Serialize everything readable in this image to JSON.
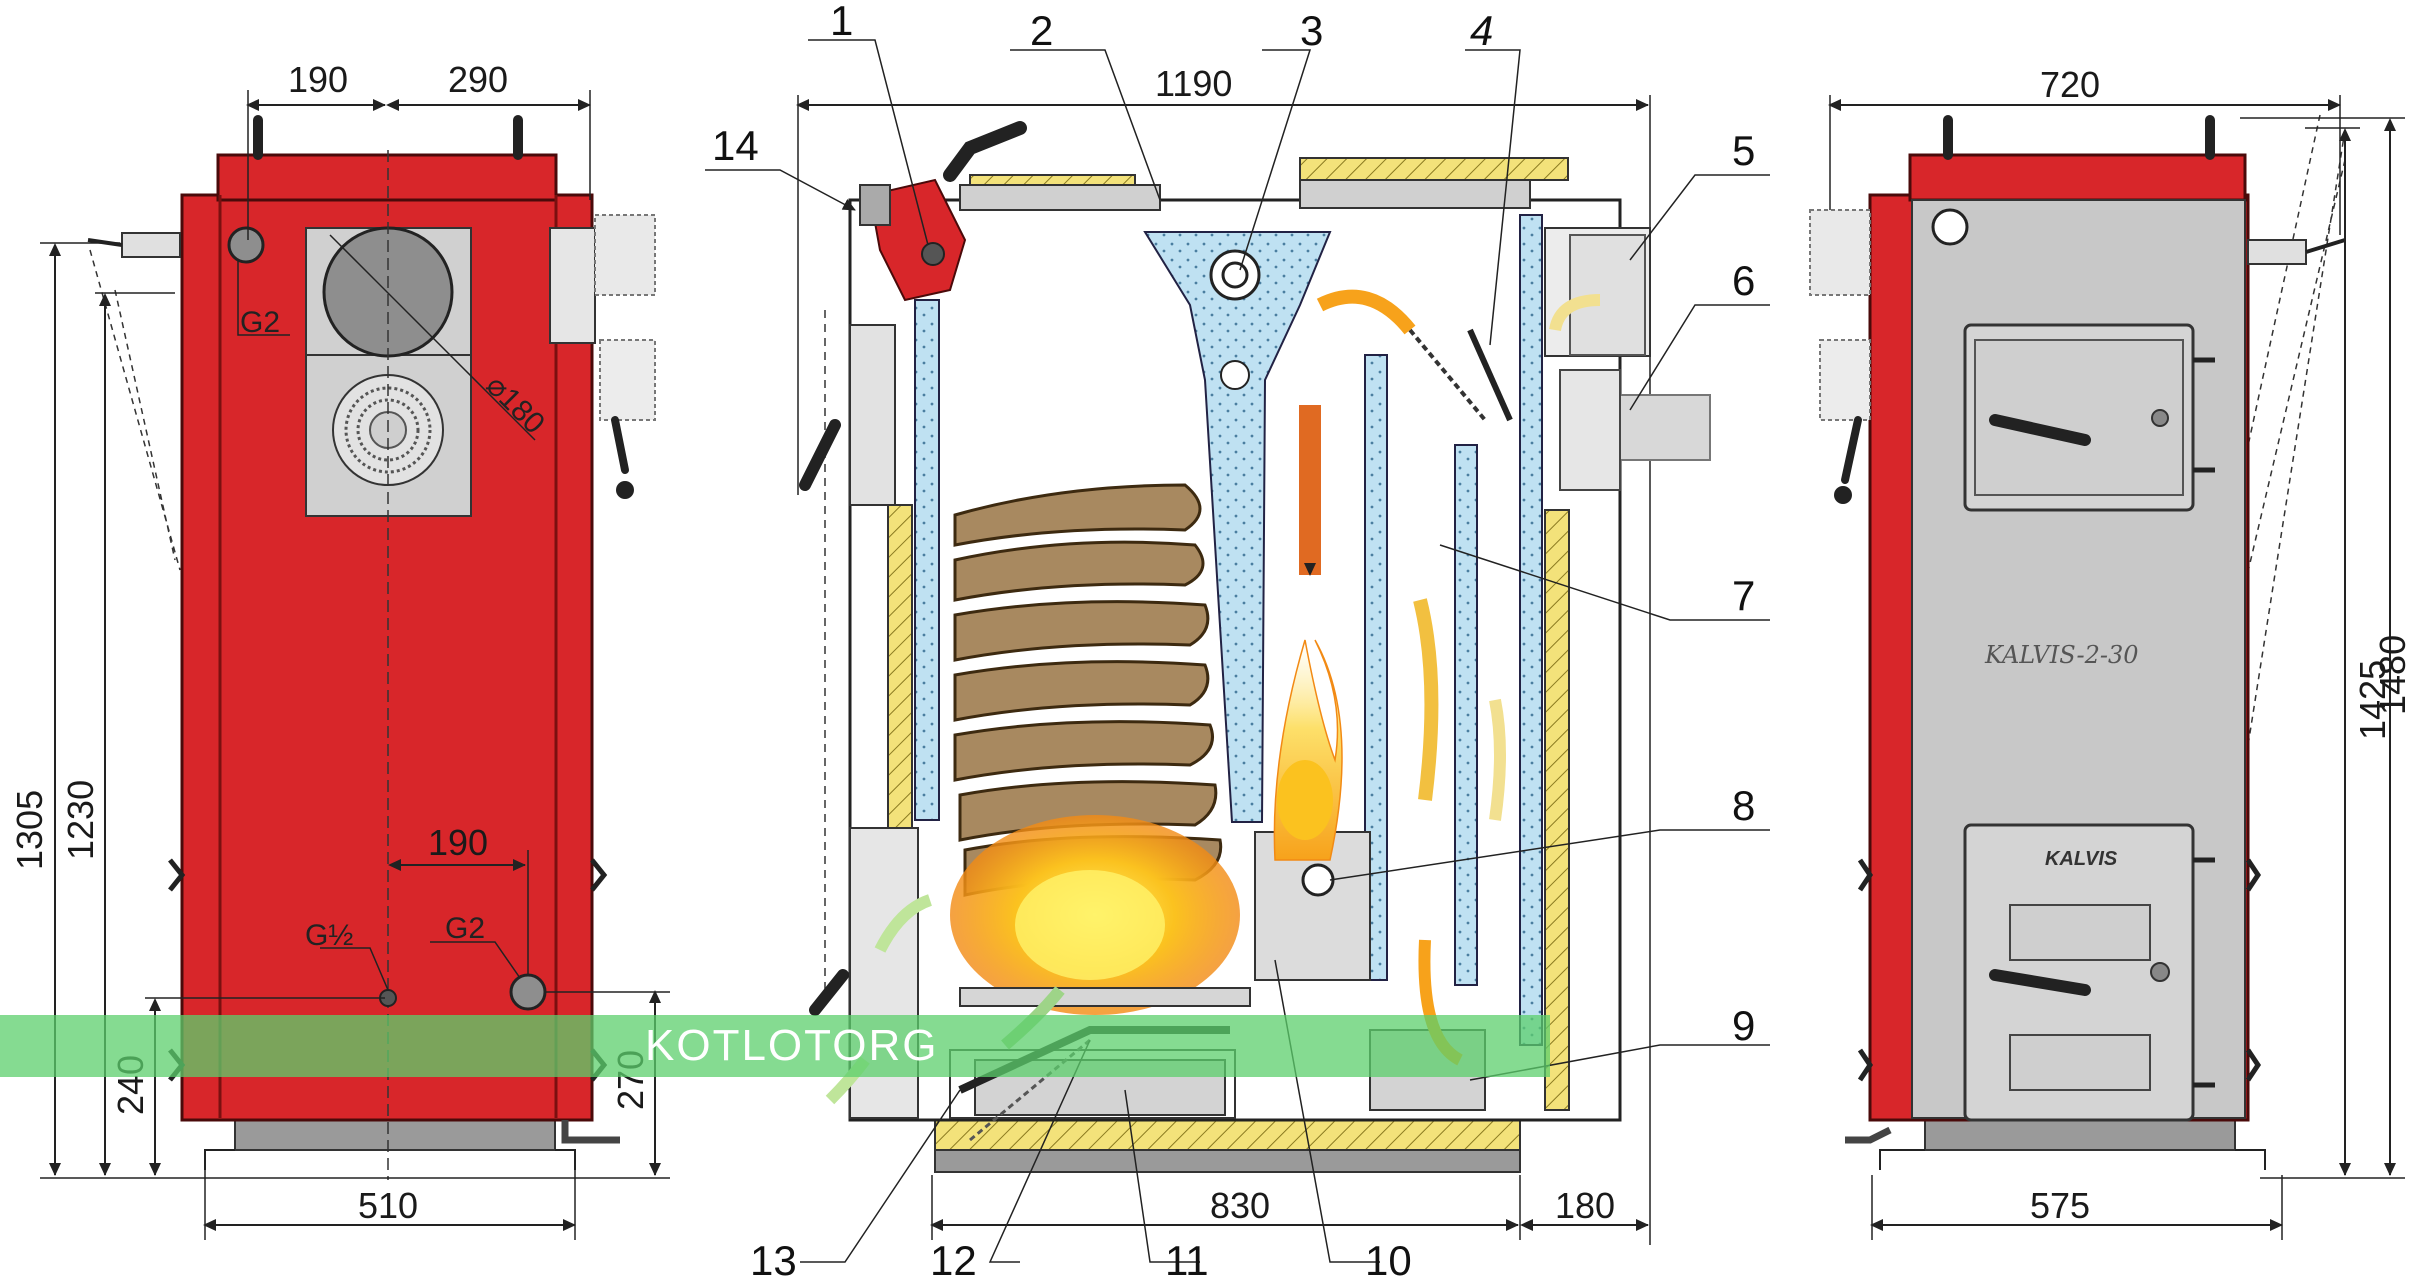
{
  "left_view": {
    "dims": {
      "top_left": "190",
      "top_right": "290",
      "bottom": "510",
      "mid": "190",
      "h1305": "1305",
      "h1230": "1230",
      "h240": "240",
      "h270": "270"
    },
    "ports": {
      "top": "G2",
      "bottom_left": "G½",
      "bottom_right": "G2",
      "flue": "⌀180"
    }
  },
  "center_view": {
    "dims": {
      "top": "1190",
      "bottom": "830",
      "bottom_right": "180"
    },
    "callouts": [
      "1",
      "2",
      "3",
      "4",
      "5",
      "6",
      "7",
      "8",
      "9",
      "10",
      "11",
      "12",
      "13",
      "14"
    ]
  },
  "right_view": {
    "dims": {
      "top": "720",
      "bottom": "575",
      "h1425": "1425",
      "h1480": "1480"
    },
    "model_label": "KALVIS-2-30",
    "brand": "KALVIS"
  },
  "watermark": "KOTLOTORG",
  "colors": {
    "body_red": "#d8262a",
    "steel_gray": "#c8c8c8",
    "insulation_yellow": "#f3e27a",
    "water_blue": "#bfe1f2",
    "fire_orange": "#f7a21b",
    "watermark_green": "#5ccf6c"
  }
}
